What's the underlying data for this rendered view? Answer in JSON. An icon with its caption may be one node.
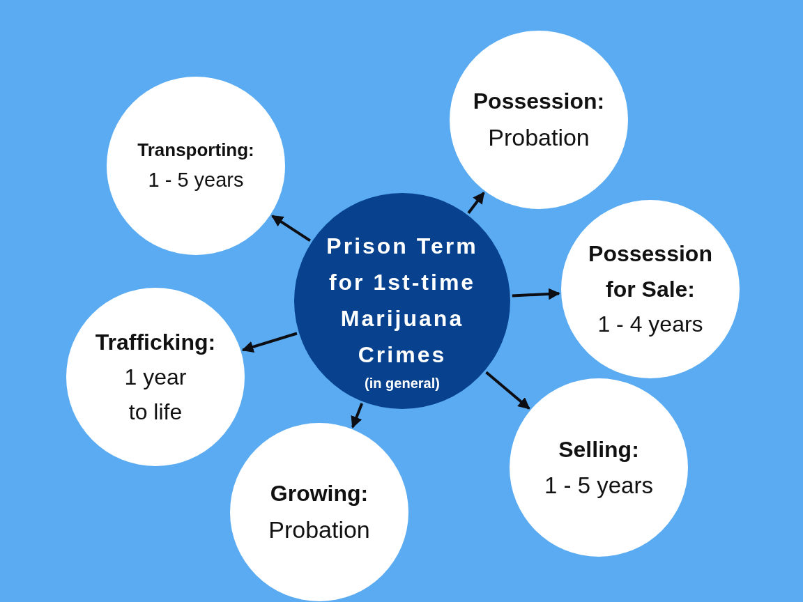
{
  "diagram": {
    "nodes": [
      {
        "text": [
          "Prison Term for 1st-time Marijuana Crimes",
          "(in general)"
        ]
      },
      {
        "text": [
          "Transporting:",
          "1 - 5 years"
        ]
      },
      {
        "text": [
          "Possession:",
          "Probation"
        ]
      },
      {
        "text": [
          "Possession for Sale:",
          "1 - 4 years"
        ]
      },
      {
        "text": [
          "Trafficking:",
          "1 year to life"
        ]
      },
      {
        "text": [
          "Selling:",
          "1 - 5 years"
        ]
      },
      {
        "text": [
          "Growing:",
          "Probation"
        ]
      }
    ],
    "edges": [
      {
        "from": 0,
        "to": 1,
        "arrow": "to"
      },
      {
        "from": 0,
        "to": 2,
        "arrow": "to"
      },
      {
        "from": 0,
        "to": 3,
        "arrow": "to"
      },
      {
        "from": 0,
        "to": 4,
        "arrow": "to"
      },
      {
        "from": 0,
        "to": 5,
        "arrow": "to"
      },
      {
        "from": 0,
        "to": 6,
        "arrow": "to"
      }
    ]
  }
}
